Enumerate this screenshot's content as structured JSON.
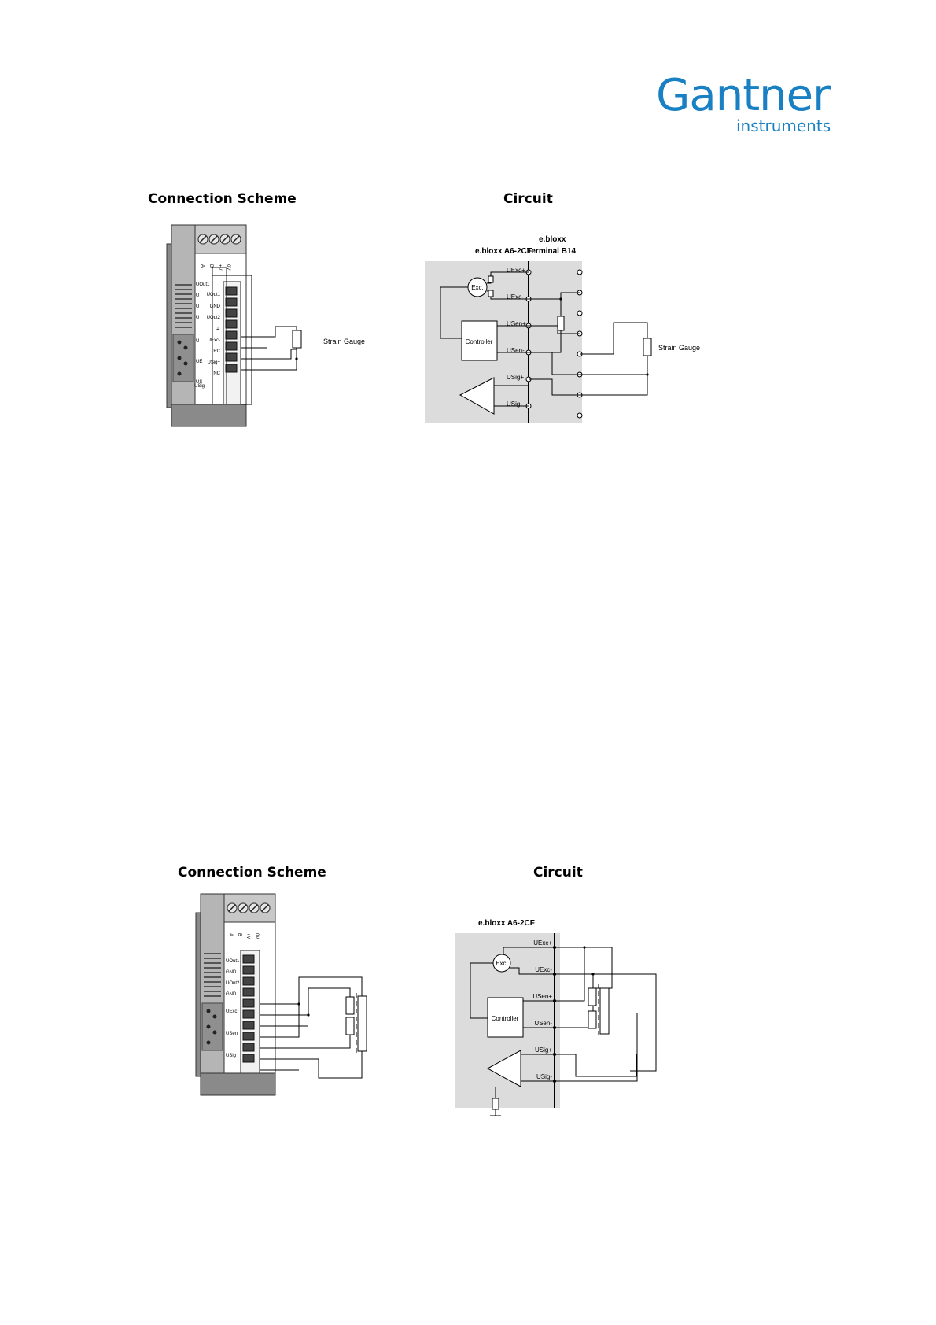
{
  "logo": {
    "brand": "Gantner",
    "tagline": "instruments",
    "color": "#1a80c4"
  },
  "sections": [
    {
      "connection_heading": "Connection Scheme",
      "circuit_heading": "Circuit",
      "connection": {
        "top_terminals": [
          "A",
          "B",
          "+V",
          "0V"
        ],
        "side_labels": [
          "UOut1",
          "U",
          "U",
          "U",
          "U",
          "UE",
          "US"
        ],
        "pin_labels": [
          "UOut1",
          "GND",
          "UOut2",
          "⏚",
          "UExc-",
          "RC",
          "USig+",
          "NC",
          "USig-"
        ],
        "sensor_label": "Strain Gauge"
      },
      "circuit": {
        "device_label": "e.bloxx A6-2CF",
        "terminal_label_line1": "e.bloxx",
        "terminal_label_line2": "Terminal B14",
        "exc_label": "Exc.",
        "controller_label": "Controller",
        "pins": [
          "UExc+",
          "UExc-",
          "USen+",
          "USen-",
          "USig+",
          "USig-"
        ],
        "sensor_label": "Strain Gauge"
      }
    },
    {
      "connection_heading": "Connection Scheme",
      "circuit_heading": "Circuit",
      "connection": {
        "top_terminals": [
          "A",
          "B",
          "+V",
          "0V"
        ],
        "pin_labels": [
          "UOut1",
          "GND",
          "UOut2",
          "GND",
          "UExc",
          "USen",
          "USig"
        ]
      },
      "circuit": {
        "device_label": "e.bloxx A6-2CF",
        "exc_label": "Exc.",
        "controller_label": "Controller",
        "pins": [
          "UExc+",
          "UExc-",
          "USen+",
          "USen-",
          "USig+",
          "USig-"
        ]
      }
    }
  ]
}
